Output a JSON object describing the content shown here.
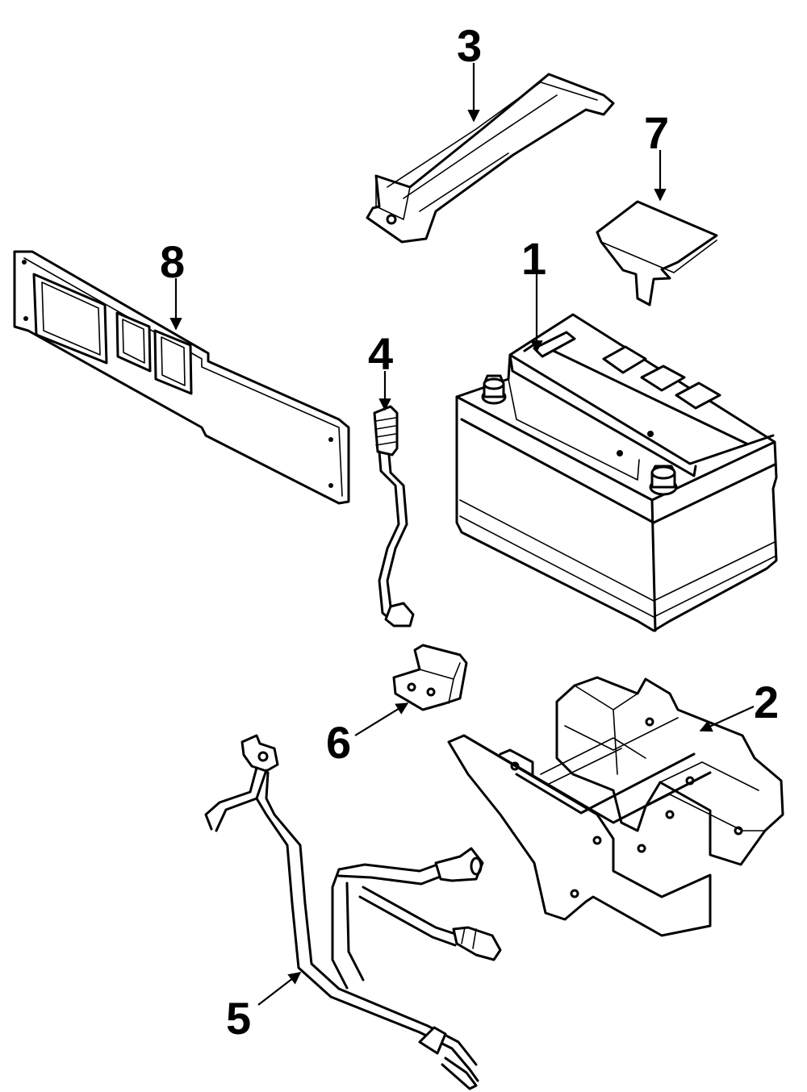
{
  "diagram": {
    "callouts": [
      {
        "id": "1",
        "label": "1",
        "part": "battery"
      },
      {
        "id": "2",
        "label": "2",
        "part": "battery-tray"
      },
      {
        "id": "3",
        "label": "3",
        "part": "hold-down-bracket"
      },
      {
        "id": "4",
        "label": "4",
        "part": "vent-tube"
      },
      {
        "id": "5",
        "label": "5",
        "part": "battery-cable-harness"
      },
      {
        "id": "6",
        "label": "6",
        "part": "hold-down-clamp"
      },
      {
        "id": "7",
        "label": "7",
        "part": "terminal-cover"
      },
      {
        "id": "8",
        "label": "8",
        "part": "insulator-panel"
      }
    ]
  }
}
